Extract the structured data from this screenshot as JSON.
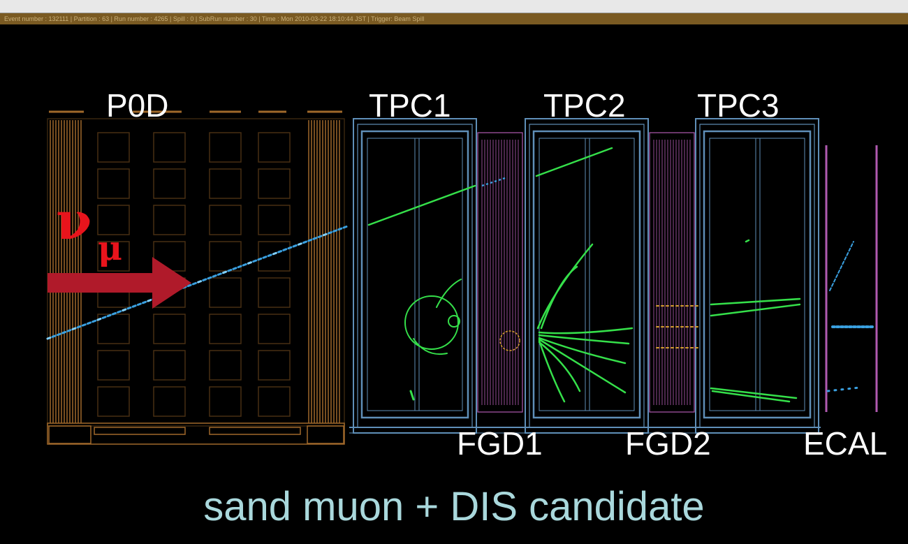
{
  "event_bar": "Event number : 132111 | Partition : 63 | Run number : 4265 | Spill : 0 | SubRun number : 30 | Time : Mon 2010-03-22 18:10:44 JST | Trigger: Beam Spill",
  "labels": {
    "p0d": "P0D",
    "tpc1": "TPC1",
    "tpc2": "TPC2",
    "tpc3": "TPC3",
    "fgd1": "FGD1",
    "fgd2": "FGD2",
    "ecal": "ECAL"
  },
  "neutrino": {
    "symbol": "ν",
    "subscript": "μ"
  },
  "caption": "sand muon + DIS candidate",
  "colors": {
    "background": "#000000",
    "p0d_frame": "#a0692a",
    "tpc_frame": "#5f8fb8",
    "fgd_frame": "#b05ab0",
    "track_green": "#35e04a",
    "track_blue": "#3aa0e0",
    "arrow": "#b01a2a",
    "neutrino_label": "#e8141c",
    "caption": "#a9d8dc",
    "label": "#ffffff"
  }
}
